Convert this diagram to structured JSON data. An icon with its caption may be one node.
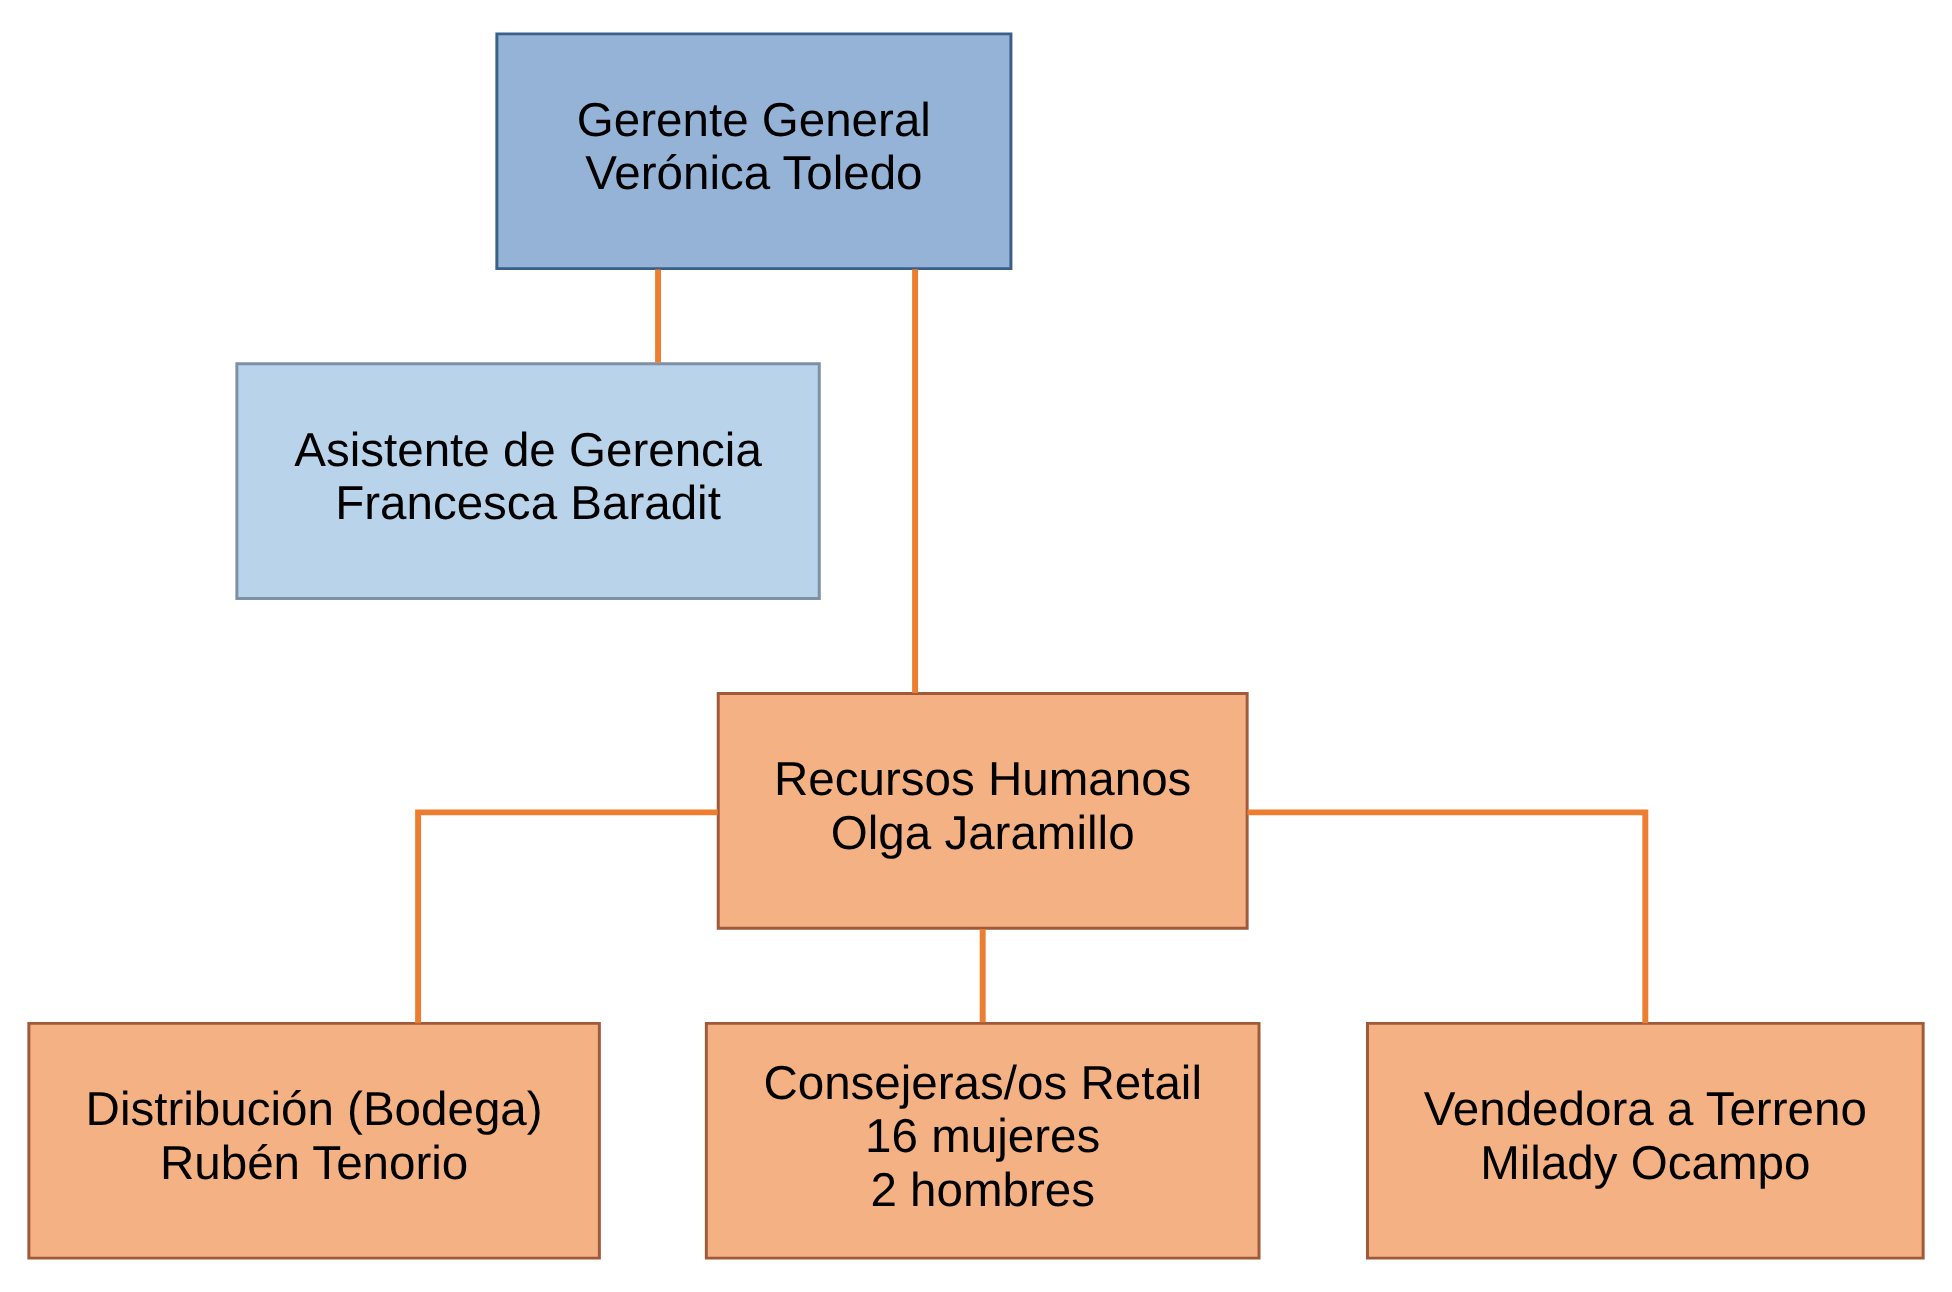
{
  "diagram": {
    "nodes": [
      {
        "text": [
          "Gerente General",
          "Verónica Toledo"
        ]
      },
      {
        "text": [
          "Asistente de Gerencia",
          "Francesca Baradit"
        ]
      },
      {
        "text": [
          "Recursos Humanos",
          "Olga Jaramillo"
        ]
      },
      {
        "text": [
          "Distribución (Bodega)",
          "Rubén Tenorio"
        ]
      },
      {
        "text": [
          "Consejeras/os Retail",
          "16 mujeres",
          "2 hombres"
        ]
      },
      {
        "text": [
          "Vendedora a Terreno",
          "Milady Ocampo"
        ]
      }
    ],
    "edges": [
      {
        "from": 0,
        "to": 1,
        "arrow": "none"
      },
      {
        "from": 0,
        "to": 2,
        "arrow": "none"
      },
      {
        "from": 2,
        "to": 3,
        "arrow": "none"
      },
      {
        "from": 2,
        "to": 4,
        "arrow": "none"
      },
      {
        "from": 2,
        "to": 5,
        "arrow": "none"
      }
    ]
  }
}
